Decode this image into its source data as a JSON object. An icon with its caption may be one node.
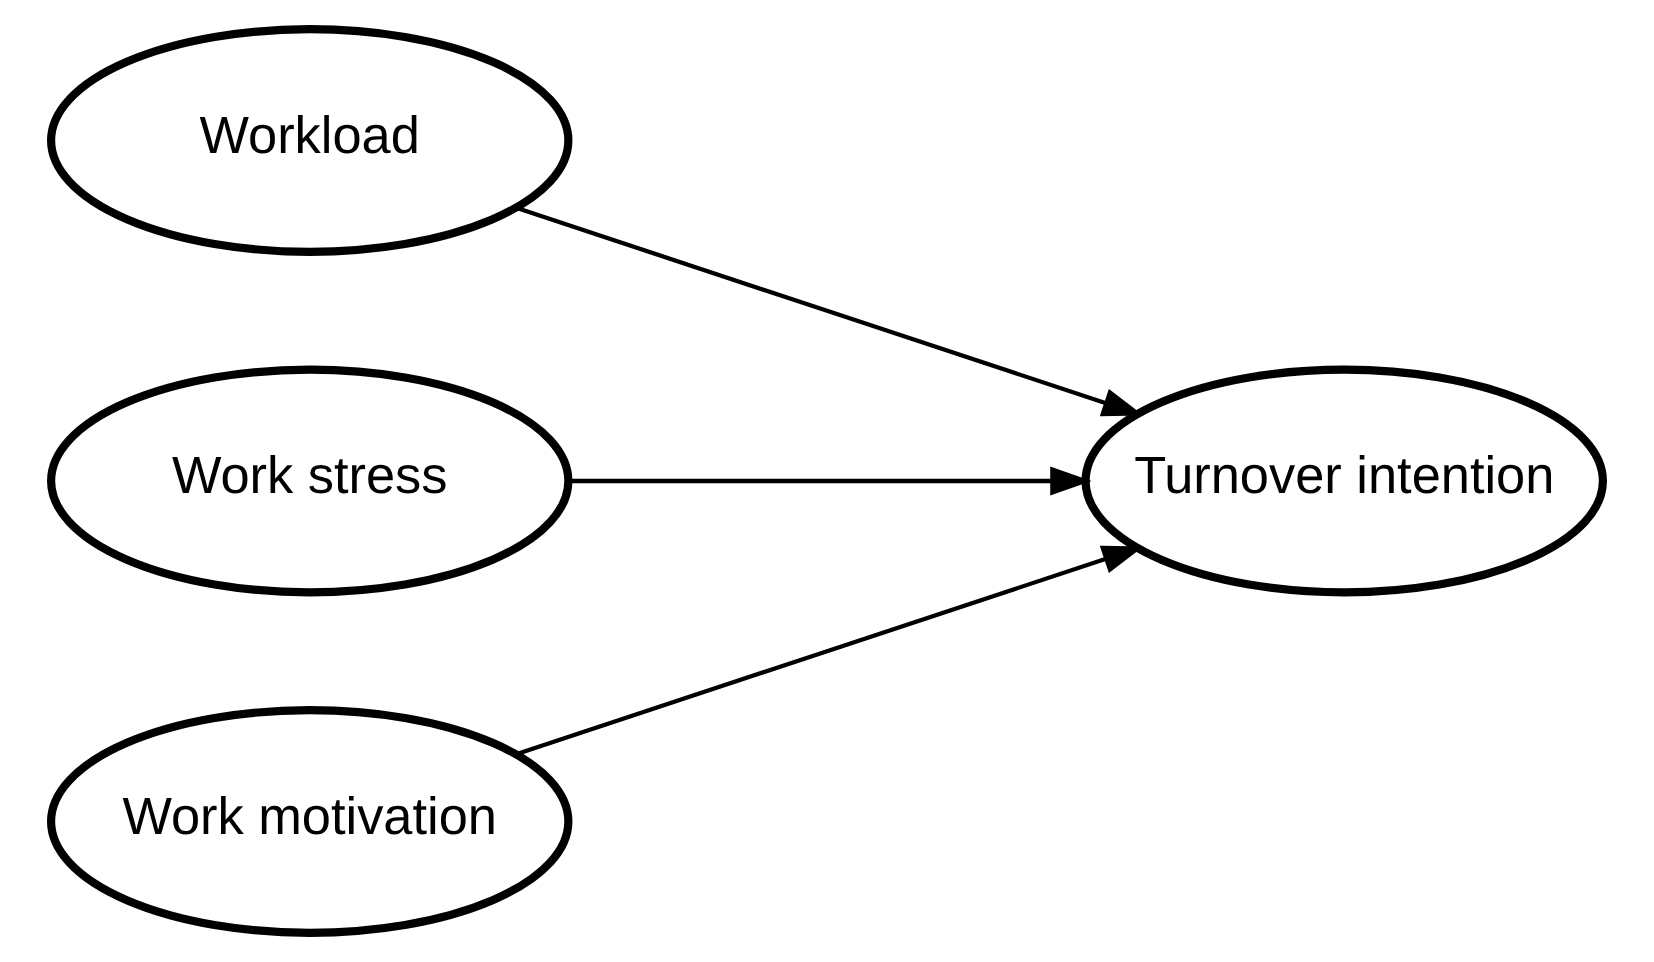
{
  "diagram": {
    "nodes": [
      {
        "text": [
          "Workload"
        ]
      },
      {
        "text": [
          "Work stress"
        ]
      },
      {
        "text": [
          "Work motivation"
        ]
      },
      {
        "text": [
          "Turnover intention"
        ]
      }
    ],
    "edges": [
      {
        "from": 0,
        "to": 3,
        "arrow": "to"
      },
      {
        "from": 1,
        "to": 3,
        "arrow": "to"
      },
      {
        "from": 2,
        "to": 3,
        "arrow": "to"
      }
    ]
  }
}
